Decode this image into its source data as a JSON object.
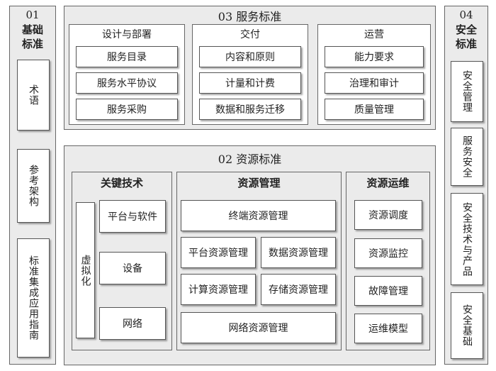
{
  "left": {
    "num": "01",
    "title": "基础\n标准",
    "items": [
      "术语",
      "参考架构",
      "标准集成应用指南"
    ]
  },
  "right": {
    "num": "04",
    "title": "安全\n标准",
    "items": [
      "安全管理",
      "服务安全",
      "安全技术与产品",
      "安全基础"
    ]
  },
  "service": {
    "title": "03  服务标准",
    "groups": [
      {
        "title": "设计与部署",
        "items": [
          "服务目录",
          "服务水平协议",
          "服务采购"
        ]
      },
      {
        "title": "交付",
        "items": [
          "内容和原则",
          "计量和计费",
          "数据和服务迁移"
        ]
      },
      {
        "title": "运营",
        "items": [
          "能力要求",
          "治理和审计",
          "质量管理"
        ]
      }
    ]
  },
  "resource": {
    "title": "02  资源标准",
    "key_tech": {
      "title": "关键技术",
      "virtualization": "虚拟化",
      "items": [
        "平台与软件",
        "设备",
        "网络"
      ]
    },
    "mgmt": {
      "title": "资源管理",
      "items": [
        "终端资源管理",
        "平台资源管理",
        "数据资源管理",
        "计算资源管理",
        "存储资源管理",
        "网络资源管理"
      ]
    },
    "ops": {
      "title": "资源运维",
      "items": [
        "资源调度",
        "资源监控",
        "故障管理",
        "运维模型"
      ]
    }
  }
}
